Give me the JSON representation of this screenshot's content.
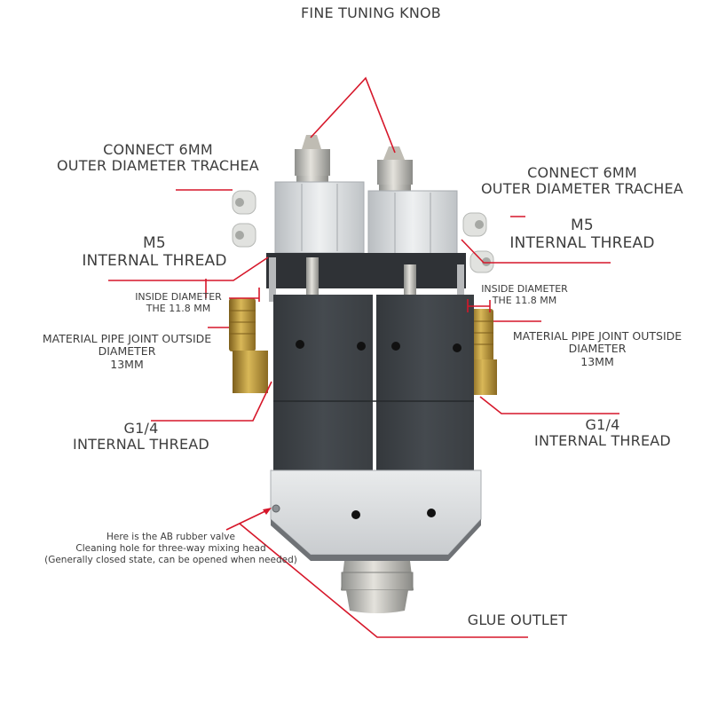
{
  "colors": {
    "leader_line": "#d6172a",
    "label_text": "#3d3d3d",
    "body_dark": "#3d4247",
    "aluminum": "#d8dadc",
    "brass": "#b8922e",
    "fitting_white": "#e3e4e2"
  },
  "labels": {
    "fine_tuning_knob": "FINE TUNING KNOB",
    "left_trachea": {
      "line1": "CONNECT 6MM",
      "line2": "OUTER DIAMETER TRACHEA"
    },
    "right_trachea": {
      "line1": "CONNECT 6MM",
      "line2": "OUTER DIAMETER TRACHEA"
    },
    "left_m5": {
      "line1": "M5",
      "line2": "INTERNAL THREAD"
    },
    "right_m5": {
      "line1": "M5",
      "line2": "INTERNAL THREAD"
    },
    "left_inside_diameter": {
      "line1": "INSIDE DIAMETER",
      "line2": "THE 11.8 MM"
    },
    "right_inside_diameter": {
      "line1": "INSIDE DIAMETER",
      "line2": "THE 11.8 MM"
    },
    "left_material_pipe": {
      "line1": "MATERIAL PIPE JOINT OUTSIDE",
      "line2": "DIAMETER",
      "line3": "13MM"
    },
    "right_material_pipe": {
      "line1": "MATERIAL PIPE JOINT OUTSIDE",
      "line2": "DIAMETER",
      "line3": "13MM"
    },
    "left_g14": {
      "line1": "G1/4",
      "line2": "INTERNAL THREAD"
    },
    "right_g14": {
      "line1": "G1/4",
      "line2": "INTERNAL THREAD"
    },
    "cleaning_hole": {
      "line1": "Here is the AB rubber valve",
      "line2": "Cleaning hole for three-way mixing head",
      "line3": "(Generally closed state, can be opened when needed)"
    },
    "glue_outlet": "GLUE OUTLET"
  }
}
